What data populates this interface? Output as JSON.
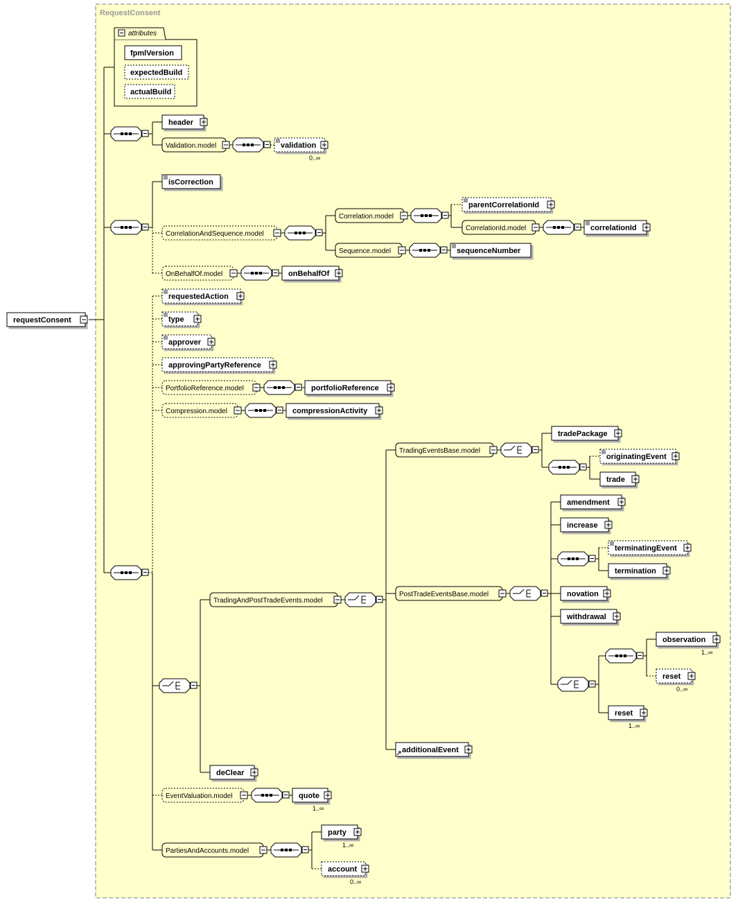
{
  "container": {
    "title": "RequestConsent"
  },
  "root": {
    "label": "requestConsent"
  },
  "attributes": {
    "title": "attributes",
    "items": [
      {
        "label": "fpmlVersion",
        "optional": false
      },
      {
        "label": "expectedBuild",
        "optional": true
      },
      {
        "label": "actualBuild",
        "optional": true
      }
    ]
  },
  "nodes": {
    "header": "header",
    "validation_model": "Validation.model",
    "validation": "validation",
    "validation_card": "0..∞",
    "isCorrection": "isCorrection",
    "correlation_and_sequence_model": "CorrelationAndSequence.model",
    "correlation_model": "Correlation.model",
    "parentCorrelationId": "parentCorrelationId",
    "correlationId_model": "CorrelationId.model",
    "correlationId": "correlationId",
    "sequence_model": "Sequence.model",
    "sequenceNumber": "sequenceNumber",
    "onBehalfOf_model": "OnBehalfOf.model",
    "onBehalfOf": "onBehalfOf",
    "requestedAction": "requestedAction",
    "type": "type",
    "approver": "approver",
    "approvingPartyReference": "approvingPartyReference",
    "portfolioReference_model": "PortfolioReference.model",
    "portfolioReference": "portfolioReference",
    "compression_model": "Compression.model",
    "compressionActivity": "compressionActivity",
    "tradingEventsBase_model": "TradingEventsBase.model",
    "tradePackage": "tradePackage",
    "originatingEvent": "originatingEvent",
    "trade": "trade",
    "amendment": "amendment",
    "increase": "increase",
    "terminatingEvent": "terminatingEvent",
    "termination": "termination",
    "tradingAndPostTradeEvents_model": "TradingAndPostTradeEvents.model",
    "postTradeEventsBase_model": "PostTradeEventsBase.model",
    "novation": "novation",
    "withdrawal": "withdrawal",
    "observation": "observation",
    "observation_card": "1..∞",
    "reset_optional": "reset",
    "reset_optional_card": "0..∞",
    "reset": "reset",
    "reset_card": "1..∞",
    "additionalEvent": "additionalEvent",
    "deClear": "deClear",
    "eventValuation_model": "EventValuation.model",
    "quote": "quote",
    "quote_card": "1..∞",
    "partiesAndAccounts_model": "PartiesAndAccounts.model",
    "party": "party",
    "party_card": "1..∞",
    "account": "account",
    "account_card": "0..∞"
  },
  "colors": {
    "container_fill": "#ffffcc",
    "container_border": "#808080",
    "box_border": "#000000",
    "shadow": "#c0c0c0"
  }
}
